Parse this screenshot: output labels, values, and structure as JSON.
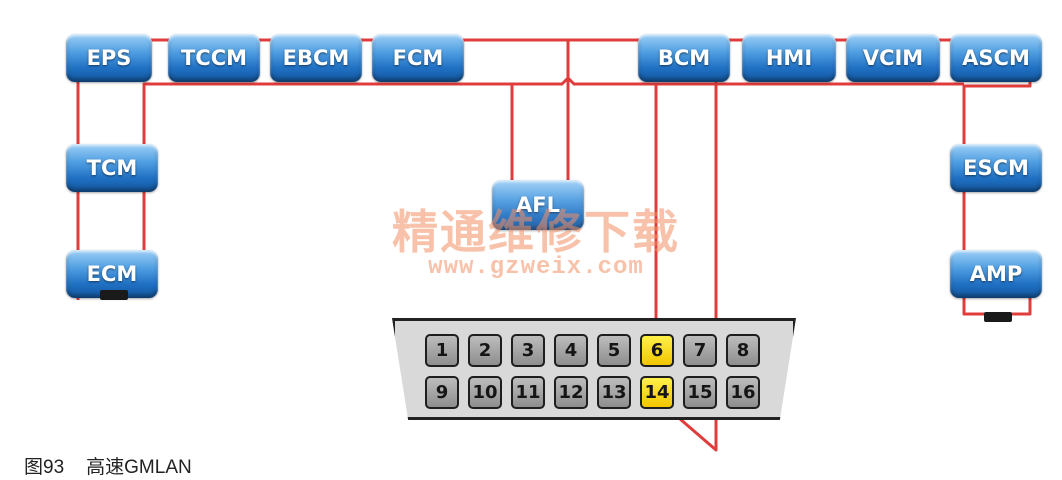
{
  "modules": {
    "eps": "EPS",
    "tccm": "TCCM",
    "ebcm": "EBCM",
    "fcm": "FCM",
    "bcm": "BCM",
    "hmi": "HMI",
    "vcim": "VCIM",
    "ascm": "ASCM",
    "tcm": "TCM",
    "ecm": "ECM",
    "escm": "ESCM",
    "amp": "AMP",
    "afl": "AFL"
  },
  "dlc": {
    "top_row": [
      "1",
      "2",
      "3",
      "4",
      "5",
      "6",
      "7",
      "8"
    ],
    "bottom_row": [
      "9",
      "10",
      "11",
      "12",
      "13",
      "14",
      "15",
      "16"
    ],
    "highlighted_pins": [
      "6",
      "14"
    ]
  },
  "watermark": {
    "text": "精通维修下载",
    "url": "www.gzweix.com"
  },
  "caption": {
    "figure_number": "图93",
    "title": "高速GMLAN"
  },
  "colors": {
    "bus_line": "#e03c3c",
    "module_blue": "#1f6fc2",
    "pin_highlight": "#f2c600"
  }
}
